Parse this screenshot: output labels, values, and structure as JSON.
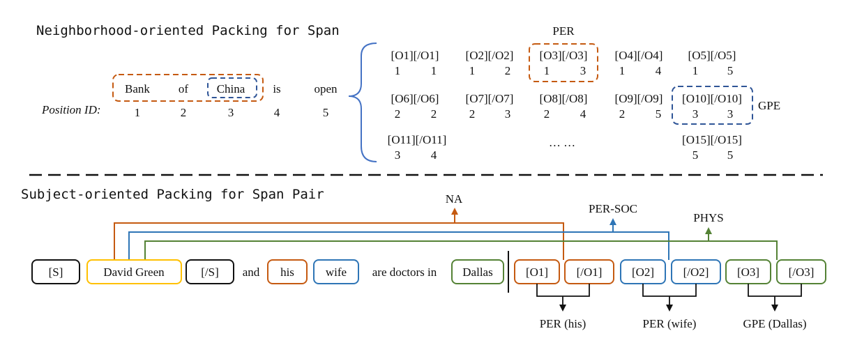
{
  "top": {
    "title": "Neighborhood-oriented Packing for Span",
    "position_label": "Position ID:",
    "sentence": [
      {
        "word": "Bank",
        "pos": "1"
      },
      {
        "word": "of",
        "pos": "2"
      },
      {
        "word": "China",
        "pos": "3"
      },
      {
        "word": "is",
        "pos": "4"
      },
      {
        "word": "open",
        "pos": "5"
      }
    ],
    "markers": [
      {
        "label": "[O1][/O1]",
        "ids": [
          "1",
          "1"
        ]
      },
      {
        "label": "[O2][/O2]",
        "ids": [
          "1",
          "2"
        ]
      },
      {
        "label": "[O3][/O3]",
        "ids": [
          "1",
          "3"
        ]
      },
      {
        "label": "[O4][/O4]",
        "ids": [
          "1",
          "4"
        ]
      },
      {
        "label": "[O5][/O5]",
        "ids": [
          "1",
          "5"
        ]
      },
      {
        "label": "[O6][/O6]",
        "ids": [
          "2",
          "2"
        ]
      },
      {
        "label": "[O7][/O7]",
        "ids": [
          "2",
          "3"
        ]
      },
      {
        "label": "[O8][/O8]",
        "ids": [
          "2",
          "4"
        ]
      },
      {
        "label": "[O9][/O9]",
        "ids": [
          "2",
          "5"
        ]
      },
      {
        "label": "[O10][/O10]",
        "ids": [
          "3",
          "3"
        ]
      },
      {
        "label": "[O11][/O11]",
        "ids": [
          "3",
          "4"
        ]
      },
      {
        "label": "[O15][/O15]",
        "ids": [
          "5",
          "5"
        ]
      }
    ],
    "ellipsis": "… …",
    "per_label": "PER",
    "gpe_label": "GPE"
  },
  "bottom": {
    "title": "Subject-oriented Packing for Span Pair",
    "tokens": {
      "s_open": "[S]",
      "subject": "David Green",
      "s_close": "[/S]",
      "and": "and",
      "his": "his",
      "wife": "wife",
      "middle": "are doctors in",
      "dallas": "Dallas",
      "o1": "[O1]",
      "o1_close": "[/O1]",
      "o2": "[O2]",
      "o2_close": "[/O2]",
      "o3": "[O3]",
      "o3_close": "[/O3]"
    },
    "relations": [
      "NA",
      "PER-SOC",
      "PHYS"
    ],
    "entity_types": [
      "PER (his)",
      "PER (wife)",
      "GPE (Dallas)"
    ]
  },
  "colors": {
    "orange": "#c55a11",
    "blue": "#2e75b6",
    "green": "#548235",
    "yellow": "#ffc000",
    "dark_blue": "#2f5597",
    "black": "#111111"
  }
}
